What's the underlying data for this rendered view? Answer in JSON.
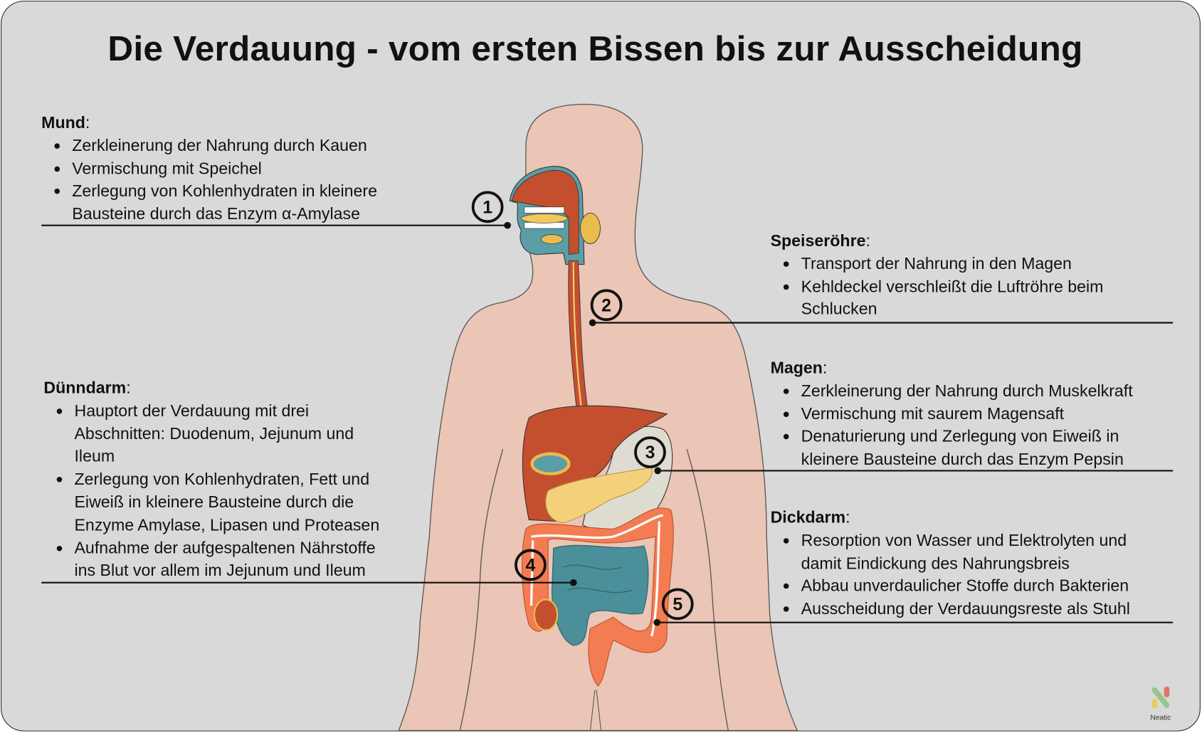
{
  "title": "Die Verdauung - vom ersten Bissen bis zur Ausscheidung",
  "sections": [
    {
      "id": "mund",
      "label": "Mund",
      "number": "1",
      "bullets": [
        [
          "Zerkleinerung der Nahrung durch Kauen"
        ],
        [
          "Vermischung mit Speichel"
        ],
        [
          "Zerlegung von Kohlenhydraten in kleinere",
          "Bausteine durch das Enzym α-Amylase"
        ]
      ]
    },
    {
      "id": "speiseroehre",
      "label": "Speiseröhre",
      "number": "2",
      "bullets": [
        [
          "Transport der Nahrung in den Magen"
        ],
        [
          "Kehldeckel verschleißt die Luftröhre beim",
          "Schlucken"
        ]
      ]
    },
    {
      "id": "magen",
      "label": "Magen",
      "number": "3",
      "bullets": [
        [
          "Zerkleinerung der Nahrung durch Muskelkraft"
        ],
        [
          "Vermischung mit saurem Magensaft"
        ],
        [
          "Denaturierung und Zerlegung von Eiweiß in",
          "kleinere Bausteine durch das Enzym Pepsin"
        ]
      ]
    },
    {
      "id": "duenndarm",
      "label": "Dünndarm",
      "number": "4",
      "bullets": [
        [
          "Hauptort der Verdauung mit drei",
          "Abschnitten: Duodenum, Jejunum und",
          "Ileum"
        ],
        [
          "Zerlegung von Kohlenhydraten, Fett und",
          "Eiweiß in kleinere Bausteine durch die",
          "Enzyme Amylase, Lipasen und Proteasen"
        ],
        [
          "Aufnahme der aufgespaltenen Nährstoffe",
          "ins Blut vor allem im Jejunum und Ileum"
        ]
      ]
    },
    {
      "id": "dickdarm",
      "label": "Dickdarm",
      "number": "5",
      "bullets": [
        [
          "Resorption von Wasser und Elektrolyten und",
          "damit Eindickung des Nahrungsbreis"
        ],
        [
          "Abbau unverdaulicher Stoffe durch Bakterien"
        ],
        [
          "Ausscheidung der Verdauungsreste als Stuhl"
        ]
      ]
    }
  ],
  "logo": {
    "text": "Neatic",
    "colors": [
      "#9bc48c",
      "#e8cc62",
      "#e0736a"
    ]
  },
  "colors": {
    "background": "#d9d9d9",
    "skin": "#ebc5b5",
    "liver": "#c44f2e",
    "teal": "#5a9ea7",
    "colon": "#f47c52",
    "pancreas": "#f4d07a",
    "stomach": "#dedcd0"
  }
}
